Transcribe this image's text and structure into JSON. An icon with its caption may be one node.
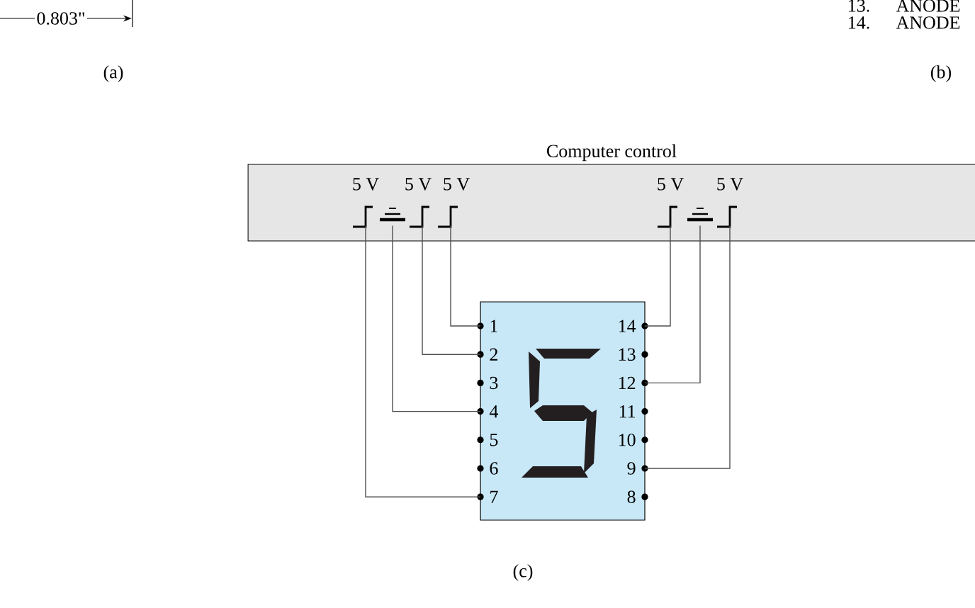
{
  "diagram": {
    "nodes": [
      {
        "text": [
          "Computer control"
        ]
      },
      {
        "text": [
          "5 V"
        ],
        "in": 0
      },
      {
        "text": [],
        "shape": "ground",
        "in": 0
      },
      {
        "text": [
          "5 V"
        ],
        "in": 0
      },
      {
        "text": [
          "5 V"
        ],
        "in": 0
      },
      {
        "text": [
          "5 V"
        ],
        "in": 0
      },
      {
        "text": [],
        "shape": "ground",
        "in": 0
      },
      {
        "text": [
          "5 V"
        ],
        "in": 0
      },
      {
        "text": [],
        "shape": "box"
      },
      {
        "text": [
          "1"
        ],
        "in": 8
      },
      {
        "text": [
          "2"
        ],
        "in": 8
      },
      {
        "text": [
          "3"
        ],
        "in": 8
      },
      {
        "text": [
          "4"
        ],
        "in": 8
      },
      {
        "text": [
          "5"
        ],
        "in": 8
      },
      {
        "text": [
          "6"
        ],
        "in": 8
      },
      {
        "text": [
          "7"
        ],
        "in": 8
      },
      {
        "text": [
          "8"
        ],
        "in": 8
      },
      {
        "text": [
          "9"
        ],
        "in": 8
      },
      {
        "text": [
          "10"
        ],
        "in": 8
      },
      {
        "text": [
          "11"
        ],
        "in": 8
      },
      {
        "text": [
          "12"
        ],
        "in": 8
      },
      {
        "text": [
          "13"
        ],
        "in": 8
      },
      {
        "text": [
          "14"
        ],
        "in": 8
      }
    ],
    "edges": [
      {
        "from": 1,
        "to": 15,
        "arrow": "none"
      },
      {
        "from": 2,
        "to": 12,
        "arrow": "none"
      },
      {
        "from": 3,
        "to": 10,
        "arrow": "none"
      },
      {
        "from": 4,
        "to": 9,
        "arrow": "none"
      },
      {
        "from": 5,
        "to": 22,
        "arrow": "none"
      },
      {
        "from": 6,
        "to": 20,
        "arrow": "none"
      },
      {
        "from": 7,
        "to": 17,
        "arrow": "none"
      }
    ],
    "labels": [
      "0.803\"",
      "(a)",
      "13.",
      "ANODE",
      "14.",
      "ANODE",
      "(b)",
      "(c)"
    ]
  }
}
